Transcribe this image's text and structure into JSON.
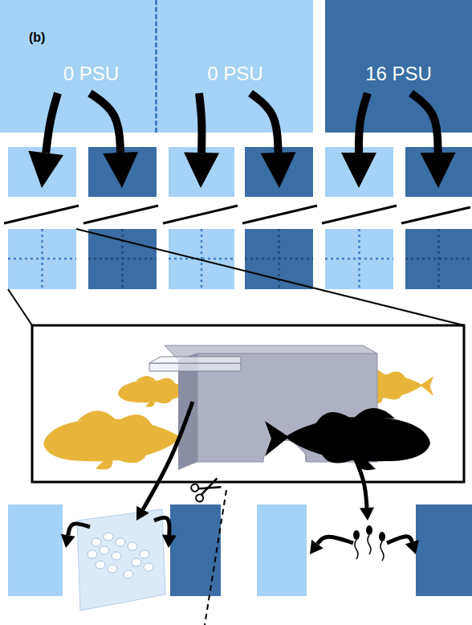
{
  "diagram": {
    "nodes": [
      {
        "text": [
          "0 PSU"
        ]
      },
      {
        "text": [
          "0 PSU"
        ]
      },
      {
        "text": [
          "16 PSU"
        ]
      }
    ],
    "labels": [
      "(b)"
    ]
  }
}
